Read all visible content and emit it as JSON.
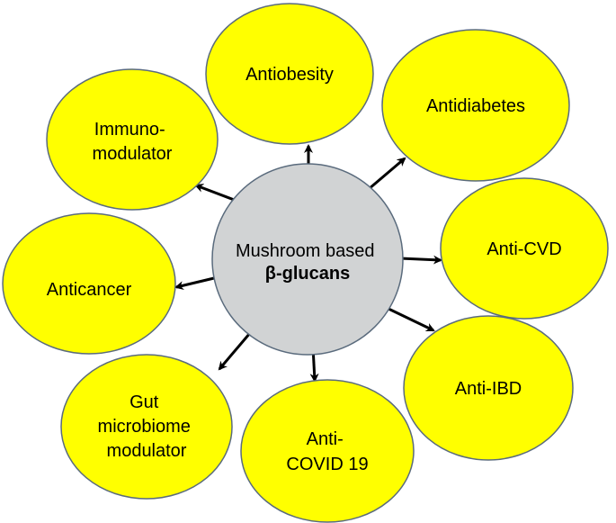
{
  "center": {
    "line1": "Mushroom based",
    "line2": "β-glucans",
    "fill": "#d1d3d4"
  },
  "node_fill": "#ffff00",
  "nodes": [
    {
      "id": "antiobesity",
      "lines": [
        "Antiobesity"
      ]
    },
    {
      "id": "antidiabetes",
      "lines": [
        "Antidiabetes"
      ]
    },
    {
      "id": "anti-cvd",
      "lines": [
        "Anti-CVD"
      ]
    },
    {
      "id": "anti-ibd",
      "lines": [
        "Anti-IBD"
      ]
    },
    {
      "id": "anti-covid19",
      "lines": [
        "Anti-",
        "COVID 19"
      ]
    },
    {
      "id": "gut-microbiome-modulator",
      "lines": [
        "Gut",
        "microbiome",
        "modulator"
      ]
    },
    {
      "id": "anticancer",
      "lines": [
        "Anticancer"
      ]
    },
    {
      "id": "immunomodulator",
      "lines": [
        "Immuno-",
        "modulator"
      ]
    }
  ]
}
